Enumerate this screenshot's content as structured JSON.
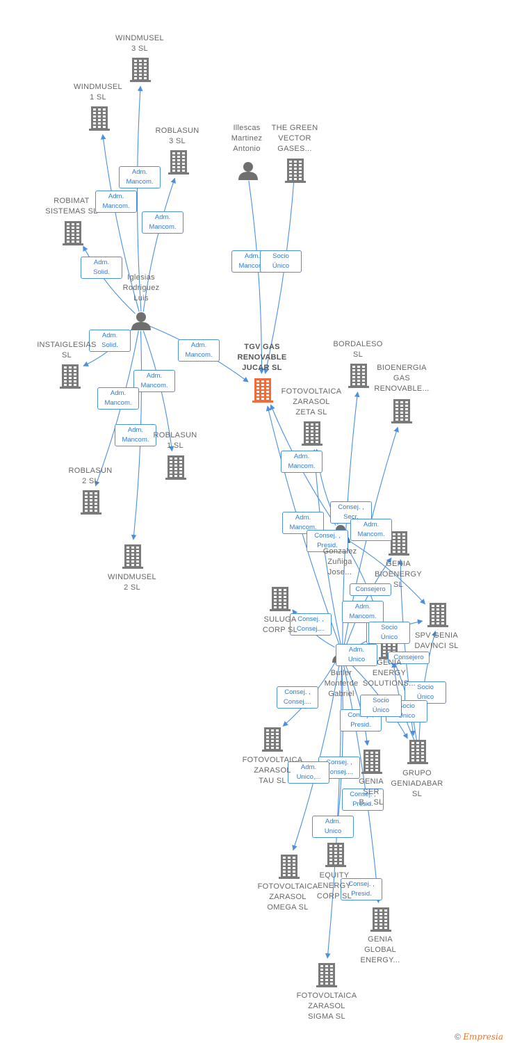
{
  "colors": {
    "edge": "#4a90e2",
    "building": "#7a7a7a",
    "focus": "#f26b3a",
    "person": "#6f6f6f"
  },
  "footer": {
    "copyright": "©",
    "brand": "Empresia"
  },
  "nodes": [
    {
      "id": "windmusel3",
      "type": "building",
      "label": "WINDMUSEL\n3  SL"
    },
    {
      "id": "windmusel1",
      "type": "building",
      "label": "WINDMUSEL\n1  SL"
    },
    {
      "id": "roblasun3",
      "type": "building",
      "label": "ROBLASUN\n3  SL"
    },
    {
      "id": "robimat",
      "type": "building",
      "label": "ROBIMAT\nSISTEMAS  SL"
    },
    {
      "id": "iglesias",
      "type": "person",
      "label": "Iglesias\nRodriguez\nLuis"
    },
    {
      "id": "instaiglesias",
      "type": "building",
      "label": "INSTAIGLESIAS\nSL"
    },
    {
      "id": "roblasun1",
      "type": "building",
      "label": "ROBLASUN\n1  SL"
    },
    {
      "id": "roblasun2",
      "type": "building",
      "label": "ROBLASUN\n2  SL"
    },
    {
      "id": "windmusel2",
      "type": "building",
      "label": "WINDMUSEL\n2  SL"
    },
    {
      "id": "illescas",
      "type": "person",
      "label": "Illescas\nMartinez\nAntonio"
    },
    {
      "id": "greenvector",
      "type": "building",
      "label": "THE GREEN\nVECTOR\nGASES..."
    },
    {
      "id": "tgv",
      "type": "focus",
      "label": "TGV GAS\nRENOVABLE\nJUCAR  SL"
    },
    {
      "id": "bordaleso",
      "type": "building",
      "label": "BORDALESO\nSL"
    },
    {
      "id": "bioenergia",
      "type": "building",
      "label": "BIOENERGIA\nGAS\nRENOVABLE..."
    },
    {
      "id": "fv_zeta",
      "type": "building",
      "label": "FOTOVOLTAICA\nZARASOL\nZETA  SL"
    },
    {
      "id": "gonzalez",
      "type": "person",
      "label": "Gonzalez\nZuñiga\nJose..."
    },
    {
      "id": "genia_bio",
      "type": "building",
      "label": "GENIA\nBIOENERGY\nSL"
    },
    {
      "id": "suluga",
      "type": "building",
      "label": "SULUGA\nCORP  SL"
    },
    {
      "id": "spv",
      "type": "building",
      "label": "SPV GENIA\nDAVINCI  SL"
    },
    {
      "id": "genia_sol",
      "type": "building",
      "label": "GENIA\nENERGY\nSOLUTIONS..."
    },
    {
      "id": "butler",
      "type": "person",
      "label": "Butler\nMonterde\nGabriel"
    },
    {
      "id": "fv_tau",
      "type": "building",
      "label": "FOTOVOLTAICA\nZARASOL\nTAU  SL"
    },
    {
      "id": "genia_ser",
      "type": "building",
      "label": "GENIA\nSER\nB...  SL"
    },
    {
      "id": "geniadabar",
      "type": "building",
      "label": "GRUPO\nGENIADABAR\nSL"
    },
    {
      "id": "equity",
      "type": "building",
      "label": "EQUITY\nENERGY\nCORP SL"
    },
    {
      "id": "fv_omega",
      "type": "building",
      "label": "FOTOVOLTAICA\nZARASOL\nOMEGA  SL"
    },
    {
      "id": "genia_global",
      "type": "building",
      "label": "GENIA\nGLOBAL\nENERGY..."
    },
    {
      "id": "fv_sigma",
      "type": "building",
      "label": "FOTOVOLTAICA\nZARASOL\nSIGMA  SL"
    }
  ],
  "edges": [
    {
      "from": "iglesias",
      "to": "windmusel3",
      "label": "Adm.\nMancom."
    },
    {
      "from": "iglesias",
      "to": "windmusel1",
      "label": "Adm.\nMancom."
    },
    {
      "from": "iglesias",
      "to": "roblasun3",
      "label": "Adm.\nMancom."
    },
    {
      "from": "iglesias",
      "to": "robimat",
      "label": "Adm.\nSolid."
    },
    {
      "from": "iglesias",
      "to": "instaiglesias",
      "label": "Adm.\nSolid."
    },
    {
      "from": "iglesias",
      "to": "tgv",
      "label": "Adm.\nMancom."
    },
    {
      "from": "iglesias",
      "to": "roblasun1",
      "label": "Adm.\nMancom."
    },
    {
      "from": "iglesias",
      "to": "roblasun2",
      "label": "Adm.\nMancom."
    },
    {
      "from": "iglesias",
      "to": "windmusel2",
      "label": "Adm.\nMancom."
    },
    {
      "from": "illescas",
      "to": "tgv",
      "label": "Adm.\nMancom."
    },
    {
      "from": "greenvector",
      "to": "tgv",
      "label": "Socio\nÚnico"
    },
    {
      "from": "gonzalez",
      "to": "tgv",
      "label": "Adm.\nMancom."
    },
    {
      "from": "gonzalez",
      "to": "fv_zeta",
      "label": "Consej. ,\nSecr."
    },
    {
      "from": "gonzalez",
      "to": "genia_sol",
      "label": "Consejero"
    },
    {
      "from": "gonzalez",
      "to": "spv",
      "label": "Consej. ,\nSecr."
    },
    {
      "from": "butler",
      "to": "tgv",
      "label": "Adm.\nMancom."
    },
    {
      "from": "butler",
      "to": "fv_zeta",
      "label": "Consej. ,\nPresid."
    },
    {
      "from": "butler",
      "to": "bordaleso",
      "label": "Adm.\nMancom."
    },
    {
      "from": "butler",
      "to": "bioenergia",
      "label": "Adm.\nMancom."
    },
    {
      "from": "butler",
      "to": "genia_bio",
      "label": "Consej. ,\nConsej...."
    },
    {
      "from": "butler",
      "to": "suluga",
      "label": "Adm.\nUnico"
    },
    {
      "from": "butler",
      "to": "genia_sol",
      "label": "Consejero"
    },
    {
      "from": "butler",
      "to": "spv",
      "label": "Consej. ,\nConsej...."
    },
    {
      "from": "butler",
      "to": "fv_tau",
      "label": "Consej. ,\nPresid."
    },
    {
      "from": "butler",
      "to": "genia_ser",
      "label": "Consej. ,\nConsej...."
    },
    {
      "from": "butler",
      "to": "geniadabar",
      "label": "Adm.\nUnico,..."
    },
    {
      "from": "butler",
      "to": "fv_omega",
      "label": "Consej. ,\nPresid."
    },
    {
      "from": "butler",
      "to": "equity",
      "label": "Adm.\nUnico"
    },
    {
      "from": "butler",
      "to": "fv_sigma",
      "label": "Consej. ,\nPresid."
    },
    {
      "from": "butler",
      "to": "genia_global",
      "label": "Socio\nÚnico"
    },
    {
      "from": "geniadabar",
      "to": "genia_bio",
      "label": "Socio\nÚnico"
    },
    {
      "from": "geniadabar",
      "to": "spv",
      "label": "Socio\nÚnico"
    },
    {
      "from": "geniadabar",
      "to": "genia_sol",
      "label": "Socio\nÚnico"
    },
    {
      "from": "genia_sol",
      "to": "geniadabar",
      "label": "Consej. ,\nSecr."
    }
  ]
}
